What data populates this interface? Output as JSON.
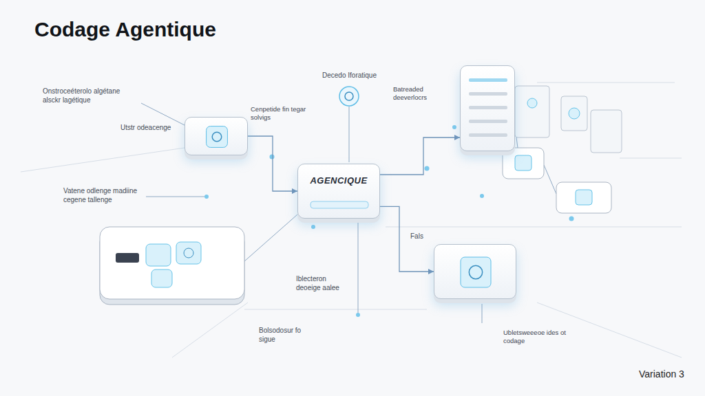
{
  "diagram": {
    "title": "Codage Agentique",
    "nodes": [
      {
        "text": [
          "Cenpetide fin tegar solvigs"
        ]
      },
      {
        "text": [
          "AGENCIQUE"
        ]
      },
      {
        "text": [
          "Ubletsweeeoe ides ot codage"
        ]
      },
      {
        "text": [
          "Batreaded deeverlocrs"
        ]
      }
    ],
    "edges": [
      {
        "from": 0,
        "to": 1,
        "arrow": "to"
      },
      {
        "from": 1,
        "to": 2,
        "arrow": "to"
      },
      {
        "from": 1,
        "to": 3,
        "arrow": "to"
      }
    ],
    "labels": [
      "Decedo Iforatique",
      "Onstroceéterolo algétane alsckr lagétique",
      "Utstr odeacenge",
      "Vatene odlenge madiine cegene tallenge",
      "Iblecteron deoeige aalee",
      "Bolsodosur fo sigue",
      "Fals",
      "Variation 3"
    ]
  }
}
